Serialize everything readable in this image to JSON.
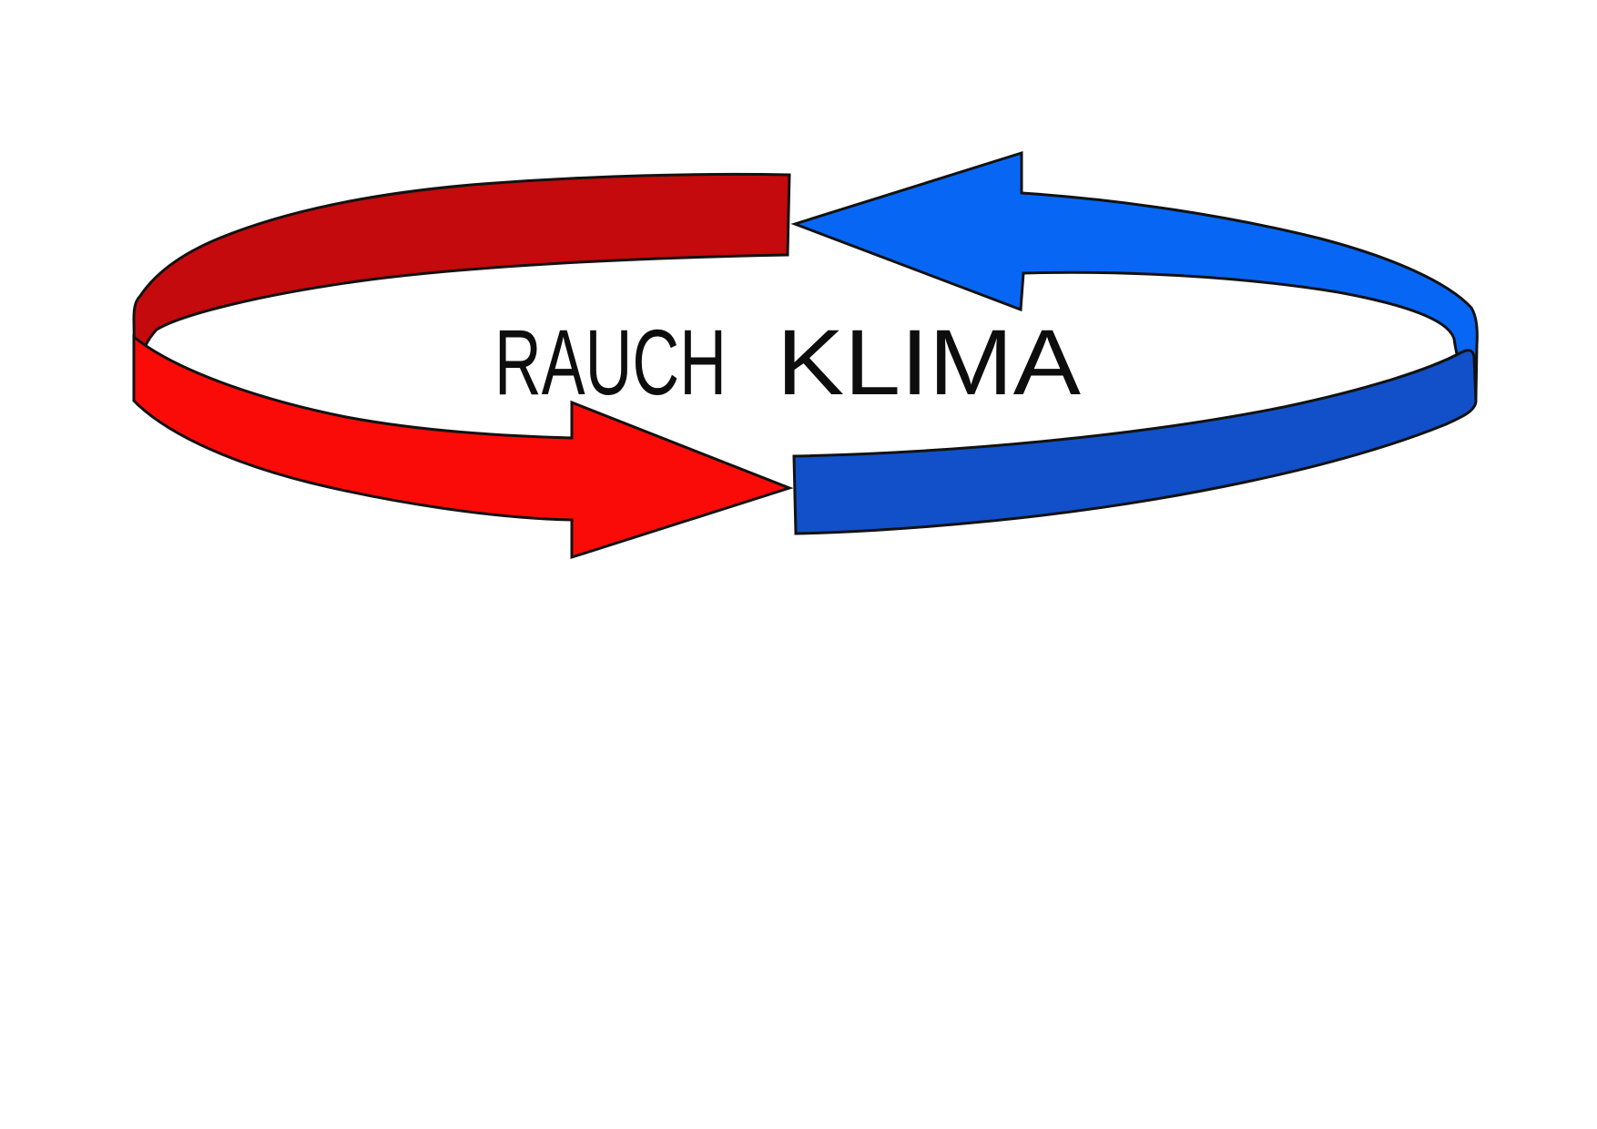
{
  "logo": {
    "name": "rauch-klima-cycle-logo",
    "text": {
      "word1": "RAUCH",
      "word2": "KLIMA",
      "color": "#0d0d0d"
    },
    "colors": {
      "dark_red": "#c40a0c",
      "bright_red": "#fa0b08",
      "bright_blue": "#0866f5",
      "dark_blue": "#1150c8",
      "outline": "#121212",
      "background": "#ffffff"
    },
    "icons": {
      "red_arrow": "right-pointing-arrow",
      "blue_arrow": "left-pointing-arrow",
      "shape": "elliptical-cycle-ribbon"
    }
  }
}
